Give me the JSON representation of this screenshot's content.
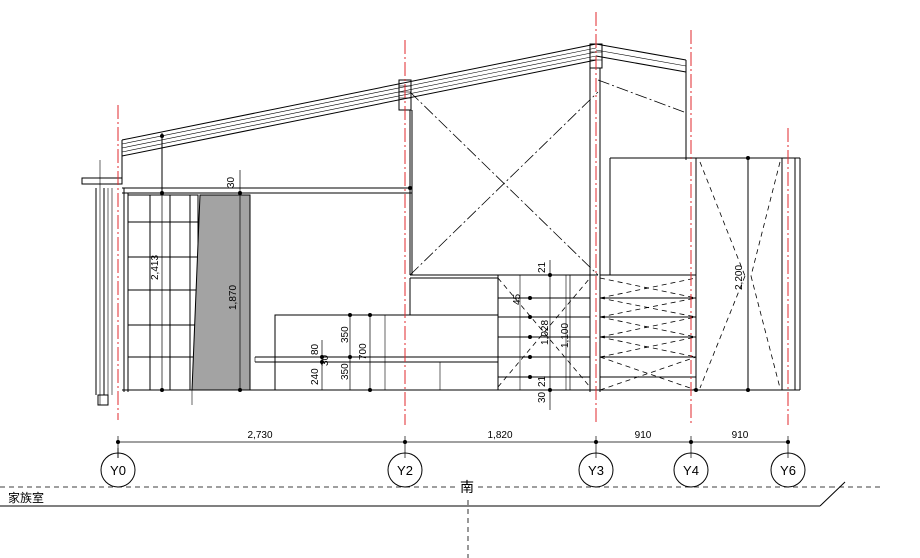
{
  "drawing": {
    "axes": [
      {
        "id": "Y0",
        "label": "Y0"
      },
      {
        "id": "Y2",
        "label": "Y2"
      },
      {
        "id": "Y3",
        "label": "Y3"
      },
      {
        "id": "Y4",
        "label": "Y4"
      },
      {
        "id": "Y6",
        "label": "Y6"
      }
    ],
    "spans": [
      {
        "label": "2,730"
      },
      {
        "label": "1,820"
      },
      {
        "label": "910"
      },
      {
        "label": "910"
      }
    ],
    "dims": {
      "top_30": "30",
      "window_2413": "2,413",
      "wall_1870": "1,870",
      "d_80": "80",
      "d_30a": "30",
      "d_240": "240",
      "d_350a": "350",
      "d_350b": "350",
      "d_700": "700",
      "d_30b": "30",
      "d_21a": "21",
      "d_21b": "21",
      "d_45": "45",
      "d_1028": "1,028",
      "d_1100": "1,100",
      "d_2200": "2,200"
    },
    "compass_label": "南",
    "room_label": "家族室"
  }
}
